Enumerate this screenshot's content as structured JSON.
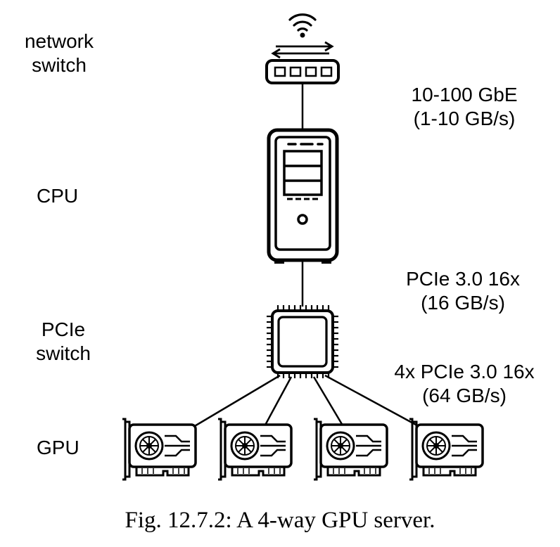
{
  "left_labels": {
    "network_switch": [
      "network",
      "switch"
    ],
    "cpu": "CPU",
    "pcie_switch": [
      "PCIe",
      "switch"
    ],
    "gpu": "GPU"
  },
  "right_labels": {
    "network_link": [
      "10-100 GbE",
      "(1-10 GB/s)"
    ],
    "cpu_link": [
      "PCIe 3.0 16x",
      "(16 GB/s)"
    ],
    "gpu_links": [
      "4x PCIe 3.0 16x",
      "(64 GB/s)"
    ]
  },
  "caption": "Fig. 12.7.2: A 4-way GPU server.",
  "icons": [
    "wifi-icon",
    "network-switch-icon",
    "cpu-tower-icon",
    "pcie-chip-icon",
    "gpu-card-icon"
  ]
}
